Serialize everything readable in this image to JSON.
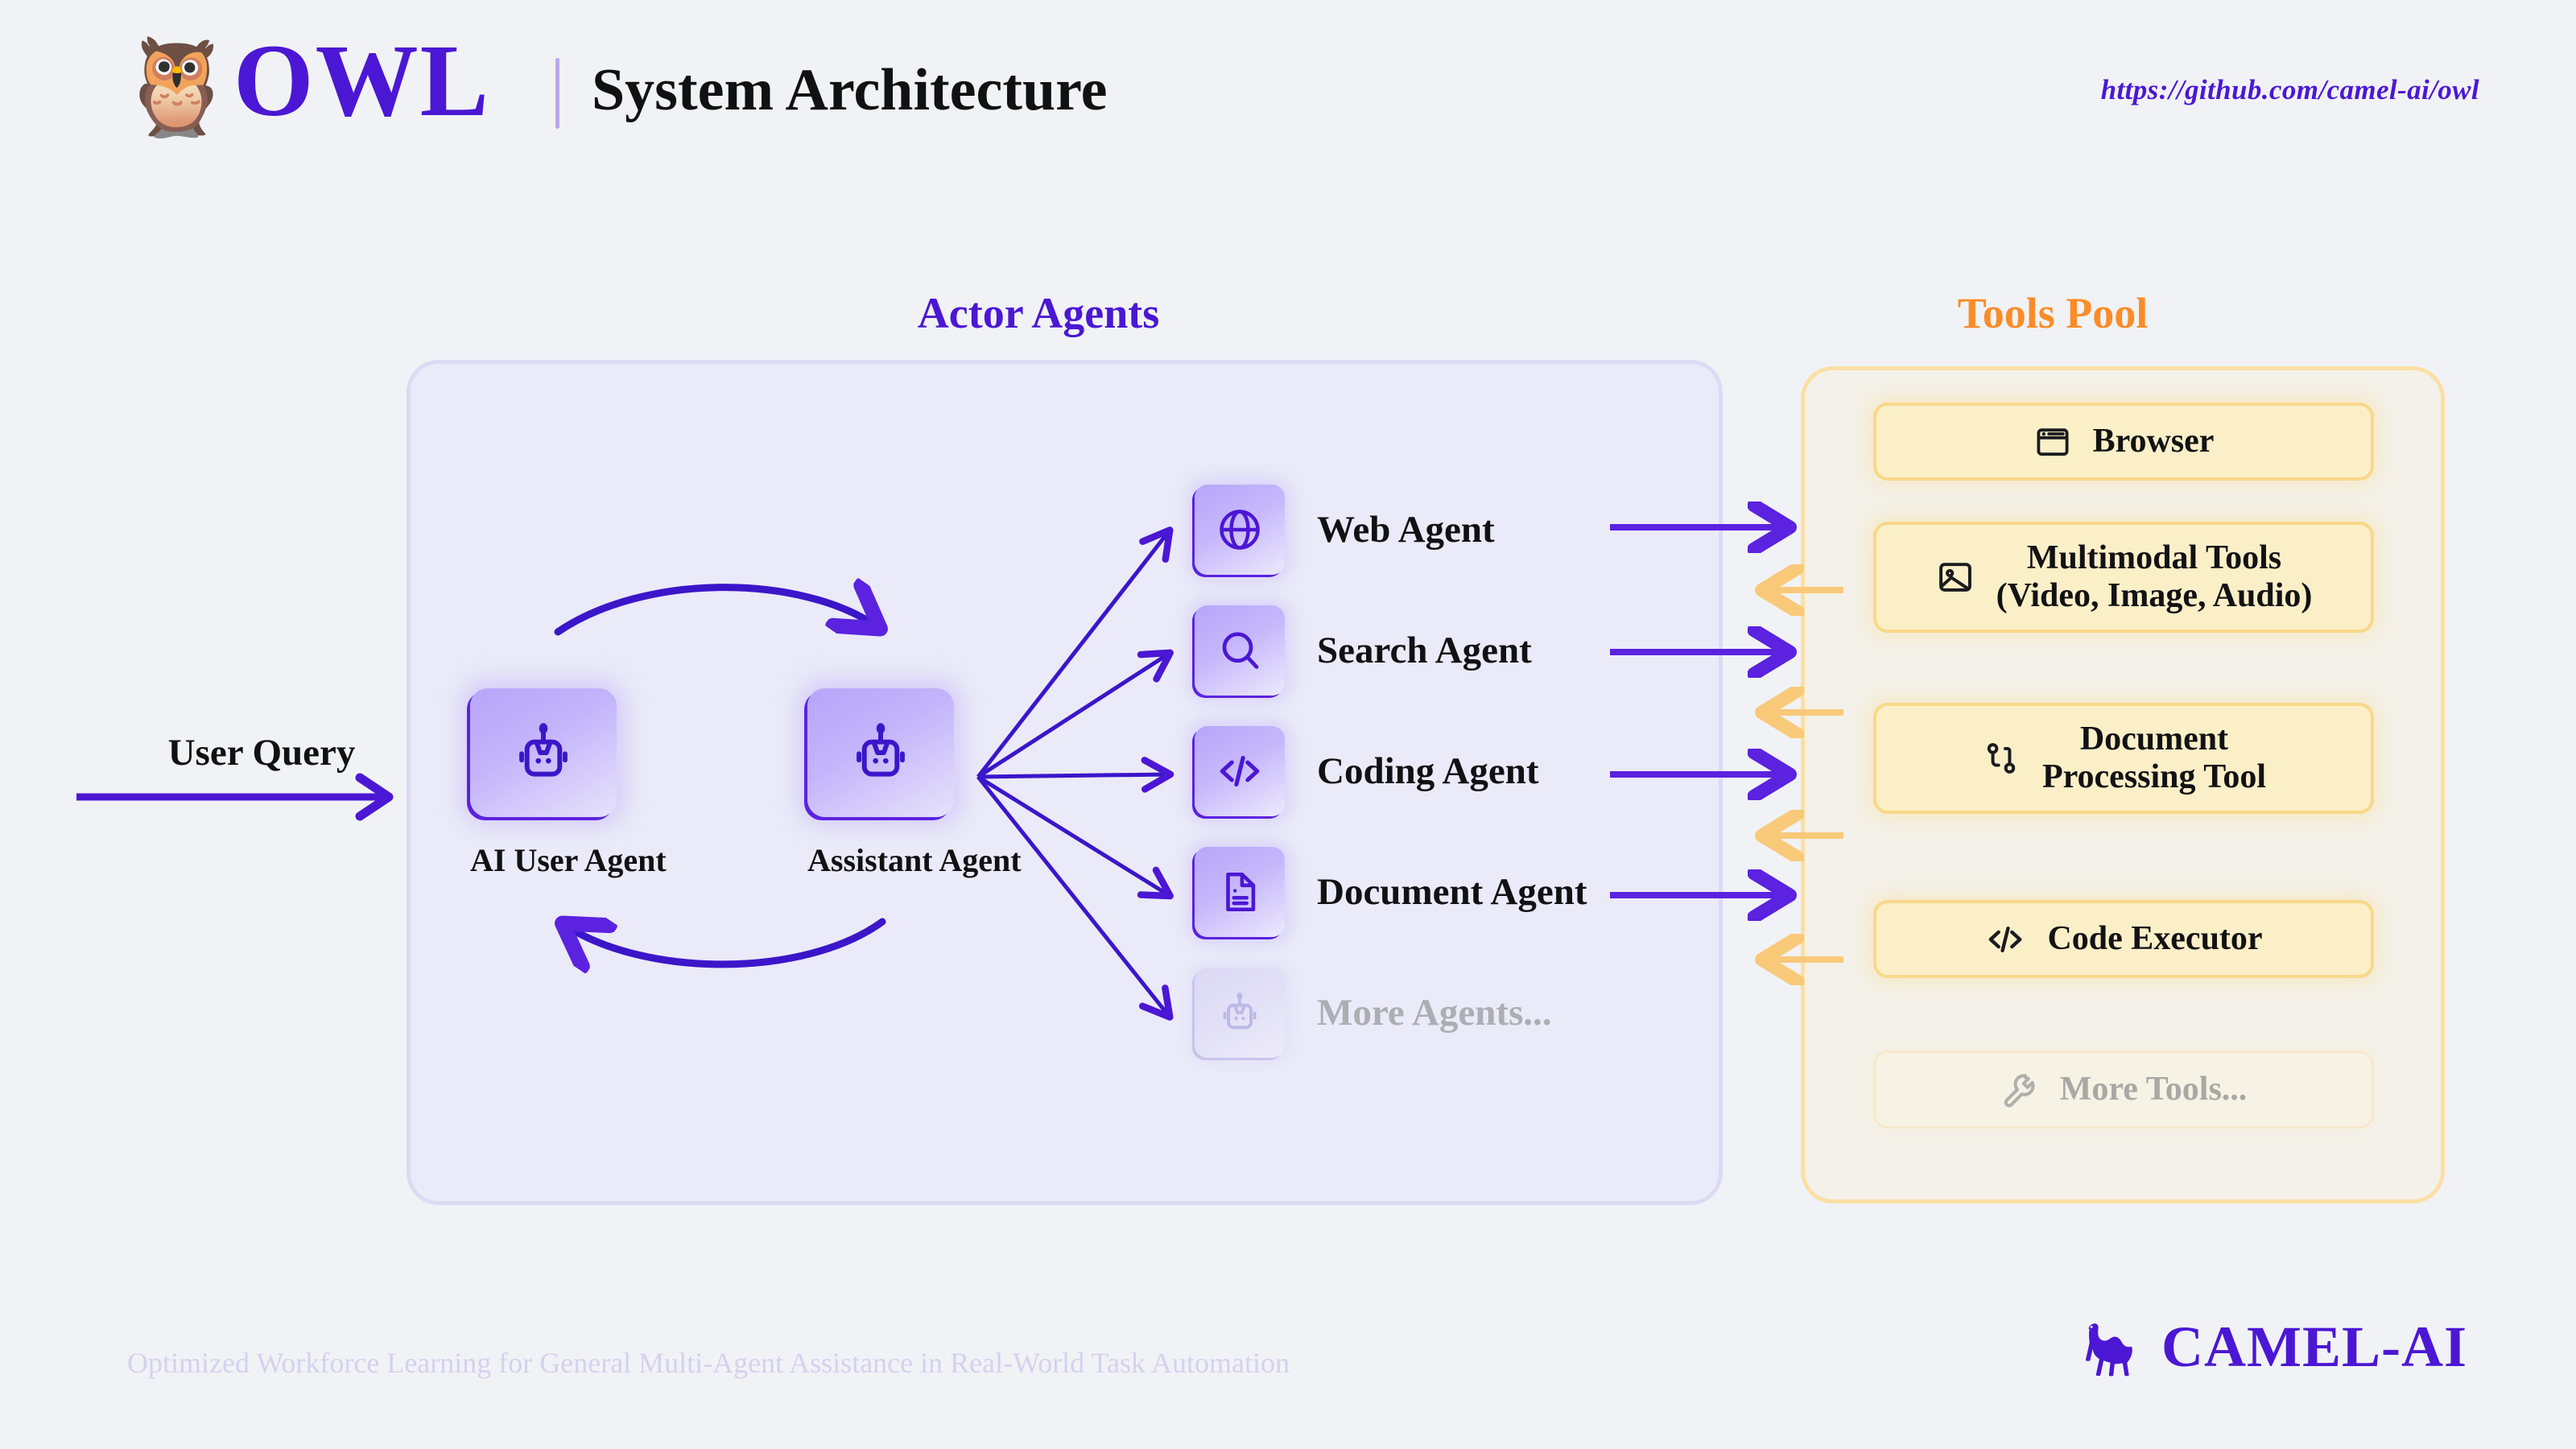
{
  "header": {
    "owl_emoji": "🦉",
    "brand": "OWL",
    "subtitle": "System Architecture",
    "repo_url": "https://github.com/camel-ai/owl"
  },
  "sections": {
    "actor_agents_title": "Actor Agents",
    "tools_pool_title": "Tools Pool"
  },
  "flow": {
    "user_query_label": "User Query"
  },
  "core_agents": [
    {
      "name": "AI User Agent",
      "icon": "robot-icon"
    },
    {
      "name": "Assistant Agent",
      "icon": "robot-icon"
    }
  ],
  "actor_agents": [
    {
      "label": "Web Agent",
      "icon": "globe-icon",
      "muted": false
    },
    {
      "label": "Search Agent",
      "icon": "search-icon",
      "muted": false
    },
    {
      "label": "Coding Agent",
      "icon": "code-icon",
      "muted": false
    },
    {
      "label": "Document Agent",
      "icon": "document-icon",
      "muted": false
    },
    {
      "label": "More Agents...",
      "icon": "robot-icon",
      "muted": true
    }
  ],
  "tools": [
    {
      "label": "Browser",
      "icon": "browser-window-icon",
      "muted": false
    },
    {
      "label": "Multimodal Tools\n(Video, Image, Audio)",
      "icon": "image-icon",
      "muted": false
    },
    {
      "label": "Document\nProcessing Tool",
      "icon": "git-branch-icon",
      "muted": false
    },
    {
      "label": "Code Executor",
      "icon": "code-icon",
      "muted": false
    },
    {
      "label": "More Tools...",
      "icon": "wrench-icon",
      "muted": true
    }
  ],
  "footer": {
    "tagline": "Optimized Workforce Learning for General Multi-Agent Assistance in Real-World Task Automation",
    "logo_text": "CAMEL-AI",
    "logo_icon": "camel-icon"
  },
  "colors": {
    "purple": "#4B17D4",
    "orange": "#FA8C28",
    "agent_tile_from": "#B7A6FA",
    "agent_tile_to": "#E6E3FB",
    "tool_card_fill": "#FBEFC8",
    "tool_card_border": "#F8D889",
    "panel_actor_fill": "#EBEAF8",
    "panel_tools_fill": "#F3F1E9",
    "background": "#F1F2F6",
    "arrow_out": "#5B22E0",
    "arrow_in": "#F9C97A",
    "muted_text": "#ADADB3"
  }
}
